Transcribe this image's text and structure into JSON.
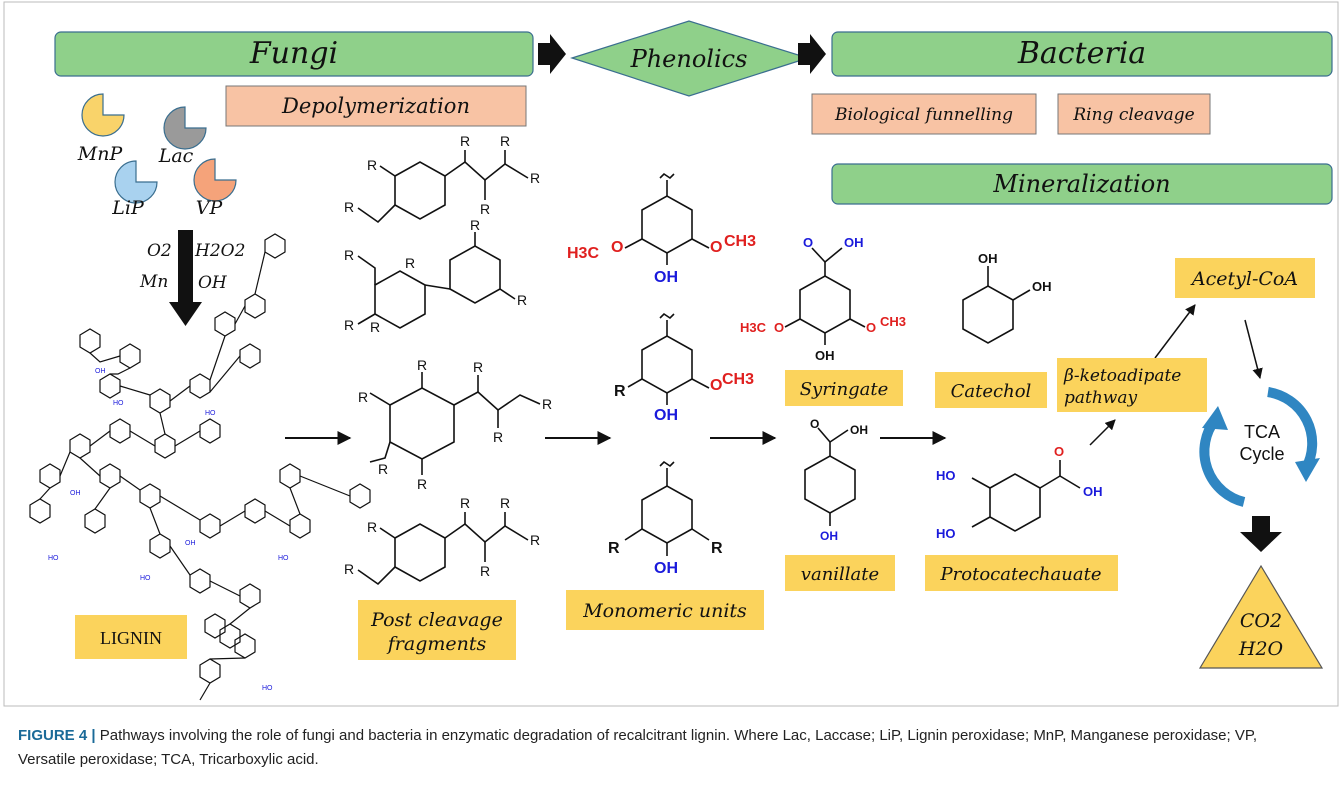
{
  "banners": {
    "fungi": "Fungi",
    "phenolics": "Phenolics",
    "bacteria": "Bacteria",
    "mineralization": "Mineralization"
  },
  "processes": {
    "depolymerization": "Depolymerization",
    "biological_funnelling": "Biological funnelling",
    "ring_cleavage": "Ring cleavage"
  },
  "enzymes": [
    "MnP",
    "Lac",
    "LiP",
    "VP"
  ],
  "cofactors": {
    "o2": "O2",
    "h2o2": "H2O2",
    "mn": "Mn",
    "oh": "OH"
  },
  "stage_labels": {
    "lignin": "LIGNIN",
    "post_cleavage_1": "Post cleavage",
    "post_cleavage_2": "fragments",
    "monomeric_units": "Monomeric units",
    "syringate": "Syringate",
    "catechol": "Catechol",
    "vanillate": "vanillate",
    "protocatechuate": "Protocatechauate",
    "ketoadipate_1": "β-ketoadipate",
    "ketoadipate_2": "pathway",
    "acetyl_coa": "Acetyl-CoA",
    "tca_1": "TCA",
    "tca_2": "Cycle",
    "co2": "CO2",
    "h2o": "H2O"
  },
  "caption": {
    "label": "FIGURE 4 |",
    "text": "Pathways involving the role of fungi and bacteria in enzymatic degradation of recalcitrant lignin. Where Lac, Laccase; LiP, Lignin peroxidase; MnP, Manganese peroxidase; VP, Versatile peroxidase; TCA, Tricarboxylic acid."
  },
  "colors": {
    "banner_fill": "#8fd08a",
    "process_fill": "#f8c3a4",
    "label_fill": "#fbd35c",
    "mnp": "#f9d36a",
    "lac": "#9a9a9a",
    "lip": "#a9d2ef",
    "vp": "#f5a37a",
    "tca_arrow": "#2f86c2",
    "methoxy": "#e0201f",
    "hydroxyl": "#1a1adb"
  }
}
